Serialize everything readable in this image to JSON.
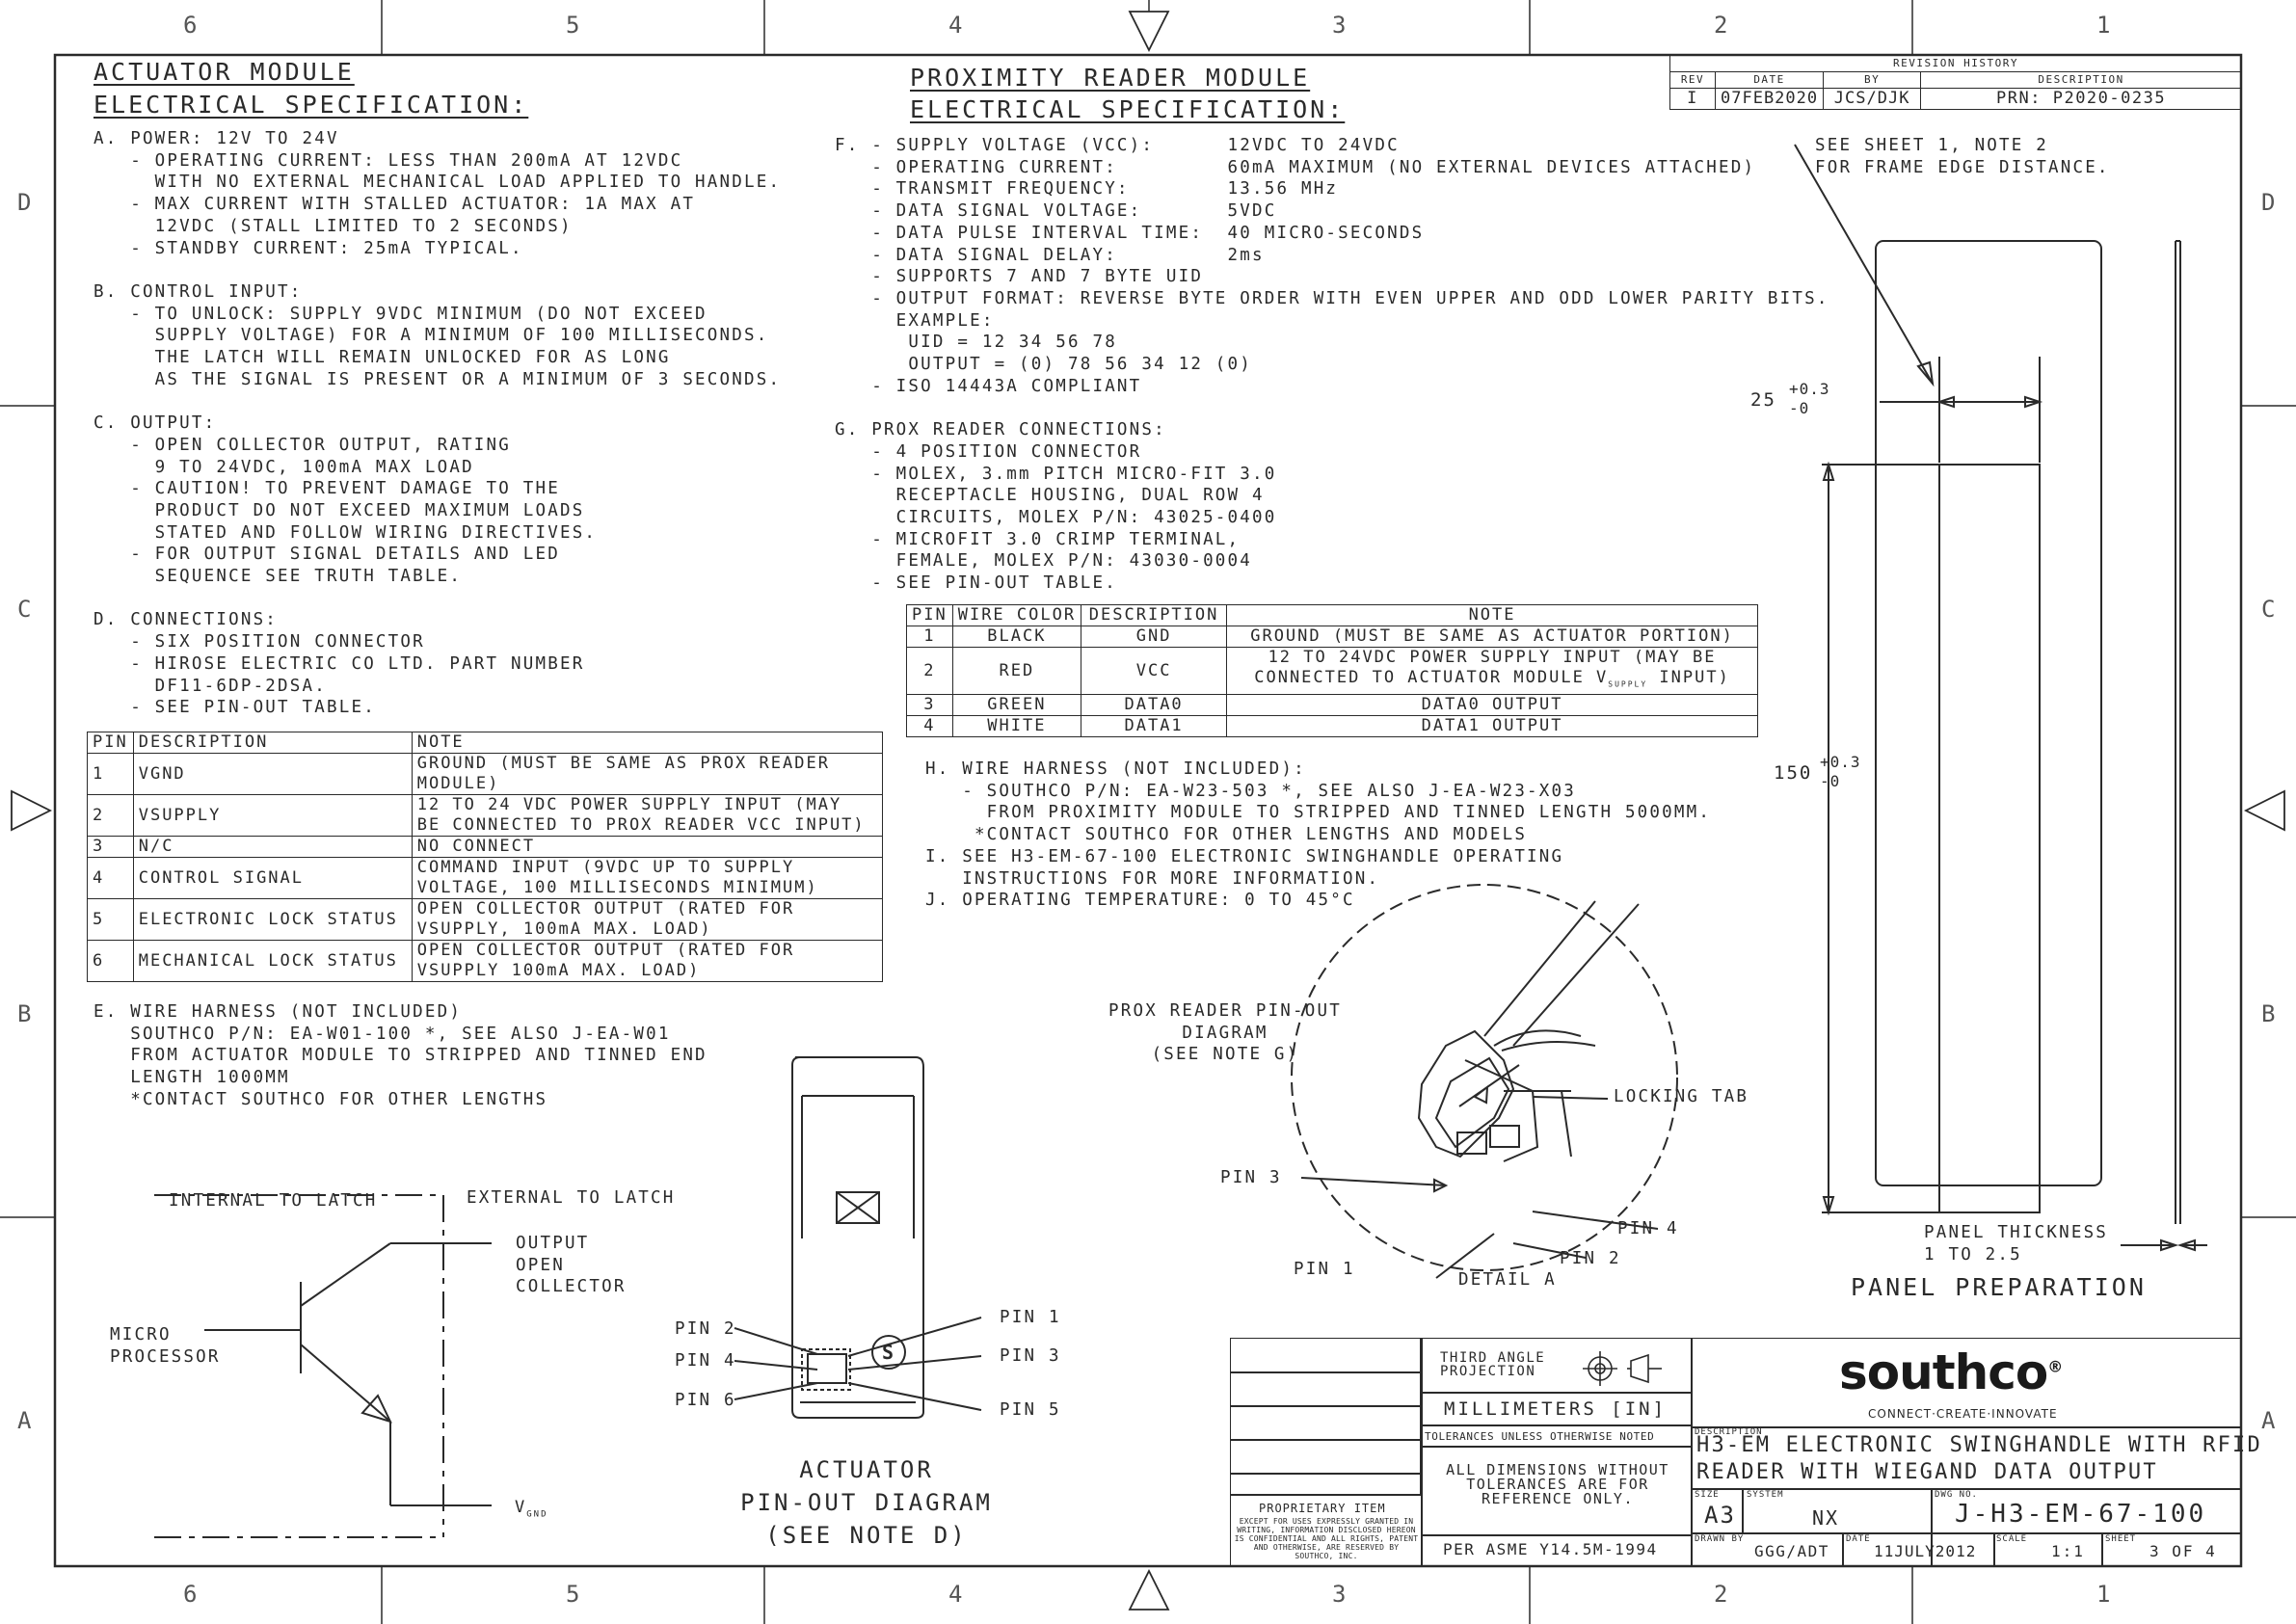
{
  "zones": {
    "top": [
      "6",
      "5",
      "4",
      "3",
      "2",
      "1"
    ],
    "bottom": [
      "6",
      "5",
      "4",
      "3",
      "2",
      "1"
    ],
    "left": [
      "D",
      "C",
      "B",
      "A"
    ],
    "right": [
      "D",
      "C",
      "B",
      "A"
    ]
  },
  "actuator": {
    "title1": "ACTUATOR MODULE",
    "title2": "ELECTRICAL SPECIFICATION:",
    "spec_lines": [
      "A. POWER: 12V TO 24V",
      "   - OPERATING CURRENT: LESS THAN 200mA AT 12VDC",
      "     WITH NO EXTERNAL MECHANICAL LOAD APPLIED TO HANDLE.",
      "   - MAX CURRENT WITH STALLED ACTUATOR: 1A MAX AT",
      "     12VDC (STALL LIMITED TO 2 SECONDS)",
      "   - STANDBY CURRENT: 25mA TYPICAL.",
      "",
      "B. CONTROL INPUT:",
      "   - TO UNLOCK: SUPPLY 9VDC MINIMUM (DO NOT EXCEED",
      "     SUPPLY VOLTAGE) FOR A MINIMUM OF 100 MILLISECONDS.",
      "     THE LATCH WILL REMAIN UNLOCKED FOR AS LONG",
      "     AS THE SIGNAL IS PRESENT OR A MINIMUM OF 3 SECONDS.",
      "",
      "C. OUTPUT:",
      "   - OPEN COLLECTOR OUTPUT, RATING",
      "     9 TO 24VDC, 100mA MAX LOAD",
      "   - CAUTION! TO PREVENT DAMAGE TO THE",
      "     PRODUCT DO NOT EXCEED MAXIMUM LOADS",
      "     STATED AND FOLLOW WIRING DIRECTIVES.",
      "   - FOR OUTPUT SIGNAL DETAILS AND LED",
      "     SEQUENCE SEE TRUTH TABLE.",
      "",
      "D. CONNECTIONS:",
      "   - SIX POSITION CONNECTOR",
      "   - HIROSE ELECTRIC CO LTD. PART NUMBER",
      "     DF11-6DP-2DSA.",
      "   - SEE PIN-OUT TABLE."
    ],
    "table": {
      "headers": [
        "PIN",
        "DESCRIPTION",
        "NOTE"
      ],
      "rows": [
        [
          "1",
          "VGND",
          "GROUND (MUST BE SAME AS PROX READER\nMODULE)"
        ],
        [
          "2",
          "VSUPPLY",
          "12 TO 24 VDC POWER SUPPLY INPUT (MAY\nBE CONNECTED TO PROX READER VCC INPUT)"
        ],
        [
          "3",
          "N/C",
          "NO CONNECT"
        ],
        [
          "4",
          "CONTROL SIGNAL",
          "COMMAND INPUT (9VDC UP TO SUPPLY\nVOLTAGE, 100 MILLISECONDS MINIMUM)"
        ],
        [
          "5",
          "ELECTRONIC LOCK STATUS",
          "OPEN COLLECTOR OUTPUT (RATED FOR\nVSUPPLY, 100mA MAX. LOAD)"
        ],
        [
          "6",
          "MECHANICAL LOCK STATUS",
          "OPEN COLLECTOR OUTPUT (RATED FOR\nVSUPPLY 100mA MAX. LOAD)"
        ]
      ]
    },
    "harness_lines": [
      "E. WIRE HARNESS (NOT INCLUDED)",
      "   SOUTHCO P/N: EA-W01-100 *, SEE ALSO J-EA-W01",
      "   FROM ACTUATOR MODULE TO STRIPPED AND TINNED END",
      "   LENGTH 1000MM",
      "   *CONTACT SOUTHCO FOR OTHER LENGTHS"
    ]
  },
  "circuit": {
    "internal": "INTERNAL TO LATCH",
    "external": "EXTERNAL TO LATCH",
    "output_lines": [
      "OUTPUT",
      "OPEN",
      "COLLECTOR"
    ],
    "micro_lines": [
      "MICRO",
      "PROCESSOR"
    ],
    "vgnd": "V",
    "vgnd_sub": "GND"
  },
  "actuator_pinout": {
    "pins_left": [
      "PIN 2",
      "PIN 4",
      "PIN 6"
    ],
    "pins_right": [
      "PIN 1",
      "PIN 3",
      "PIN 5"
    ],
    "caption": [
      "ACTUATOR",
      "PIN-OUT DIAGRAM",
      "(SEE NOTE D)"
    ]
  },
  "prox": {
    "title1": "PROXIMITY READER MODULE",
    "title2": "ELECTRICAL SPECIFICATION:",
    "spec_lines": [
      "F. - SUPPLY VOLTAGE (VCC):      12VDC TO 24VDC",
      "   - OPERATING CURRENT:         60mA MAXIMUM (NO EXTERNAL DEVICES ATTACHED)",
      "   - TRANSMIT FREQUENCY:        13.56 MHz",
      "   - DATA SIGNAL VOLTAGE:       5VDC",
      "   - DATA PULSE INTERVAL TIME:  40 MICRO-SECONDS",
      "   - DATA SIGNAL DELAY:         2ms",
      "   - SUPPORTS 7 AND 7 BYTE UID",
      "   - OUTPUT FORMAT: REVERSE BYTE ORDER WITH EVEN UPPER AND ODD LOWER PARITY BITS.",
      "     EXAMPLE:",
      "      UID = 12 34 56 78",
      "      OUTPUT = (0) 78 56 34 12 (0)",
      "   - ISO 14443A COMPLIANT",
      "",
      "G. PROX READER CONNECTIONS:",
      "   - 4 POSITION CONNECTOR",
      "   - MOLEX, 3.mm PITCH MICRO-FIT 3.0",
      "     RECEPTACLE HOUSING, DUAL ROW 4",
      "     CIRCUITS, MOLEX P/N: 43025-0400",
      "   - MICROFIT 3.0 CRIMP TERMINAL,",
      "     FEMALE, MOLEX P/N: 43030-0004",
      "   - SEE PIN-OUT TABLE."
    ],
    "table": {
      "headers": [
        "PIN",
        "WIRE COLOR",
        "DESCRIPTION",
        "NOTE"
      ],
      "rows": [
        [
          "1",
          "BLACK",
          "GND",
          "GROUND (MUST BE SAME AS ACTUATOR PORTION)"
        ],
        [
          "2",
          "RED",
          "VCC",
          "12 TO 24VDC POWER SUPPLY INPUT (MAY BE\nCONNECTED TO ACTUATOR MODULE V"
        ],
        [
          "3",
          "GREEN",
          "DATA0",
          "DATA0 OUTPUT"
        ],
        [
          "4",
          "WHITE",
          "DATA1",
          "DATA1 OUTPUT"
        ]
      ],
      "vsupply_sub": "SUPPLY",
      "vsupply_tail": " INPUT)"
    },
    "harness_lines": [
      "H. WIRE HARNESS (NOT INCLUDED):",
      "   - SOUTHCO P/N: EA-W23-503 *, SEE ALSO J-EA-W23-X03",
      "     FROM PROXIMITY MODULE TO STRIPPED AND TINNED LENGTH 5000MM.",
      "    *CONTACT SOUTHCO FOR OTHER LENGTHS AND MODELS",
      "I. SEE H3-EM-67-100 ELECTRONIC SWINGHANDLE OPERATING",
      "   INSTRUCTIONS FOR MORE INFORMATION.",
      "J. OPERATING TEMPERATURE: 0 TO 45°C"
    ]
  },
  "prox_pinout": {
    "label_lines": [
      "PROX READER PIN-OUT",
      "DIAGRAM",
      "(SEE NOTE G)"
    ],
    "locking_tab": "LOCKING TAB",
    "pin3": "PIN 3",
    "pin4": "PIN 4",
    "pin2": "PIN 2",
    "pin1": "PIN 1",
    "detail": "DETAIL A"
  },
  "revision": {
    "title": "REVISION HISTORY",
    "headers": [
      "REV",
      "DATE",
      "BY",
      "DESCRIPTION"
    ],
    "row": [
      "I",
      "07FEB2020",
      "JCS/DJK",
      "PRN: P2020-0235"
    ]
  },
  "panel": {
    "note_lines": [
      "SEE SHEET 1, NOTE 2",
      "FOR FRAME EDGE DISTANCE."
    ],
    "dim_25": "25",
    "dim_25_tol_top": "+0.3",
    "dim_25_tol_bottom": "-0",
    "dim_150": "150",
    "dim_150_tol_top": "+0.3",
    "dim_150_tol_bottom": "-0",
    "thickness_lines": [
      "PANEL THICKNESS",
      "1 TO 2.5"
    ],
    "caption": "PANEL PREPARATION"
  },
  "title_block": {
    "projection_lines": [
      "THIRD ANGLE",
      "PROJECTION"
    ],
    "units": "MILLIMETERS [IN]",
    "tolerances": "TOLERANCES UNLESS OTHERWISE NOTED",
    "tol_lines": [
      "ALL DIMENSIONS WITHOUT",
      "TOLERANCES ARE FOR",
      "REFERENCE ONLY."
    ],
    "proprietary": "PROPRIETARY ITEM",
    "proprietary_text": "EXCEPT FOR USES EXPRESSLY GRANTED IN WRITING, INFORMATION DISCLOSED HEREON IS CONFIDENTIAL AND ALL RIGHTS, PATENT AND OTHERWISE, ARE RESERVED BY SOUTHCO, INC.",
    "standard": "PER ASME Y14.5M-1994",
    "logo": "southco",
    "logo_mark": "®",
    "tagline": "CONNECT·CREATE·INNOVATE",
    "description_label": "DESCRIPTION",
    "description_lines": [
      "H3-EM ELECTRONIC SWINGHANDLE WITH RFID",
      "READER WITH WIEGAND DATA OUTPUT"
    ],
    "size_label": "SIZE",
    "size": "A3",
    "system_label": "SYSTEM",
    "system": "NX",
    "dwg_label": "DWG NO.",
    "dwg_no": "J-H3-EM-67-100",
    "drawn_label": "DRAWN BY",
    "drawn_by": "GGG/ADT",
    "date_label": "DATE",
    "date": "11JULY2012",
    "scale_label": "SCALE",
    "scale": "1:1",
    "sheet_label": "SHEET",
    "sheet": "3 OF 4"
  }
}
